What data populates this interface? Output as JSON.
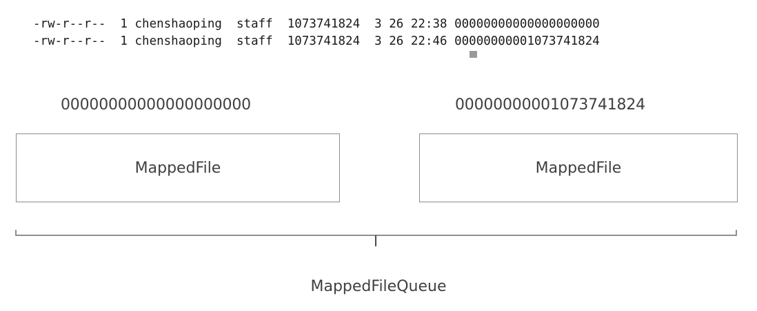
{
  "terminal": {
    "lines": [
      "-rw-r--r--  1 chenshaoping  staff  1073741824  3 26 22:38 00000000000000000000",
      "-rw-r--r--  1 chenshaoping  staff  1073741824  3 26 22:46 00000000001073741824"
    ]
  },
  "diagram": {
    "files": [
      {
        "offset_name": "00000000000000000000",
        "box_label": "MappedFile"
      },
      {
        "offset_name": "00000000001073741824",
        "box_label": "MappedFile"
      }
    ],
    "queue_label": "MappedFileQueue"
  }
}
